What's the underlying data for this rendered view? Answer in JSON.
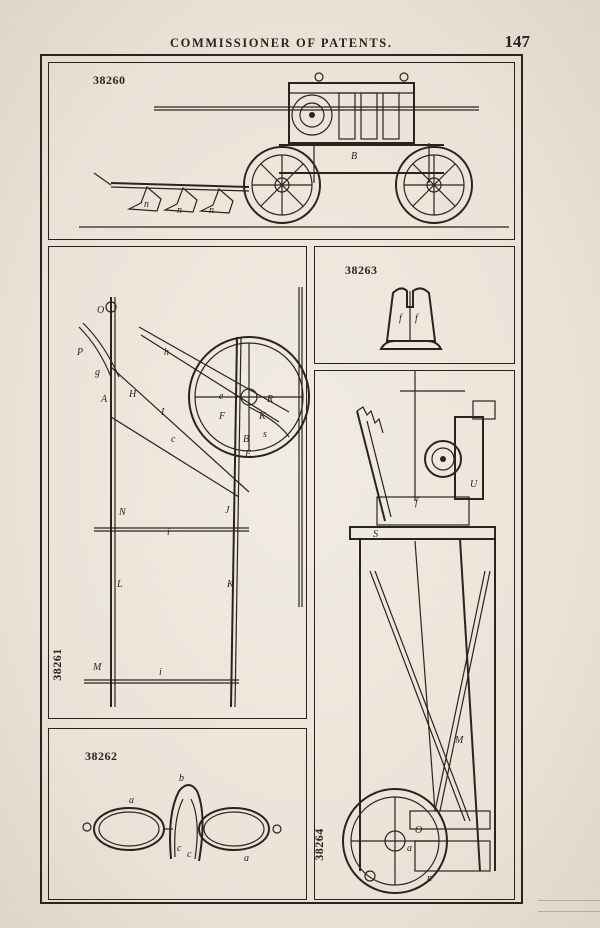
{
  "header": {
    "title": "COMMISSIONER OF PATENTS.",
    "page_number": "147"
  },
  "figures": [
    {
      "number": "38260",
      "letters": [
        "B",
        "n",
        "n",
        "n"
      ]
    },
    {
      "number": "38261",
      "letters": [
        "O",
        "P",
        "g",
        "h",
        "A",
        "H",
        "I",
        "c",
        "e",
        "F",
        "R",
        "K",
        "s",
        "B",
        "E",
        "N",
        "i",
        "L",
        "J",
        "K",
        "M",
        "i"
      ]
    },
    {
      "number": "38262",
      "letters": [
        "b",
        "a",
        "c",
        "c",
        "a"
      ]
    },
    {
      "number": "38263",
      "letters": [
        "f",
        "f"
      ]
    },
    {
      "number": "38264",
      "letters": [
        "S",
        "f",
        "U",
        "M",
        "O",
        "a",
        "n"
      ]
    }
  ]
}
